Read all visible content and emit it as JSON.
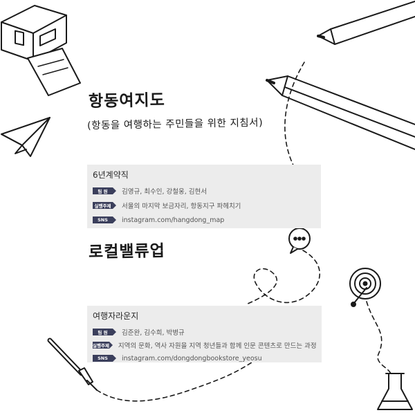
{
  "section1": {
    "title": "항동여지도",
    "subtitle": "(항동을 여행하는 주민들을 위한 지침서)"
  },
  "team1": {
    "name": "6년계약직",
    "rows": [
      {
        "label": "팀 원",
        "value": "김영규, 최수인, 강철웅, 김현서"
      },
      {
        "label": "실행주제",
        "value": "서울의 마지막 보금자리, 항동지구 파헤치기"
      },
      {
        "label": "SNS",
        "value": "instagram.com/hangdong_map"
      }
    ]
  },
  "section2": {
    "title": "로컬밸류업"
  },
  "team2": {
    "name": "여행자라운지",
    "rows": [
      {
        "label": "팀 원",
        "value": "김준완, 김수희, 박병규"
      },
      {
        "label": "실행주제",
        "value": "지역의 문화, 역사 자원을 지역 청년들과 함께 인문 콘텐츠로 만드는 과정"
      },
      {
        "label": "SNS",
        "value": "instagram.com/dongdongbookstore_yeosu"
      }
    ]
  },
  "colors": {
    "badge": "#3b3f5c",
    "card_bg": "#ececec",
    "line": "#1a1a1a"
  },
  "icons": [
    "mailbox-icon",
    "paper-plane-icon",
    "pencil-icon",
    "speech-bubble-icon",
    "record-icon",
    "fountain-pen-icon",
    "flask-icon"
  ]
}
